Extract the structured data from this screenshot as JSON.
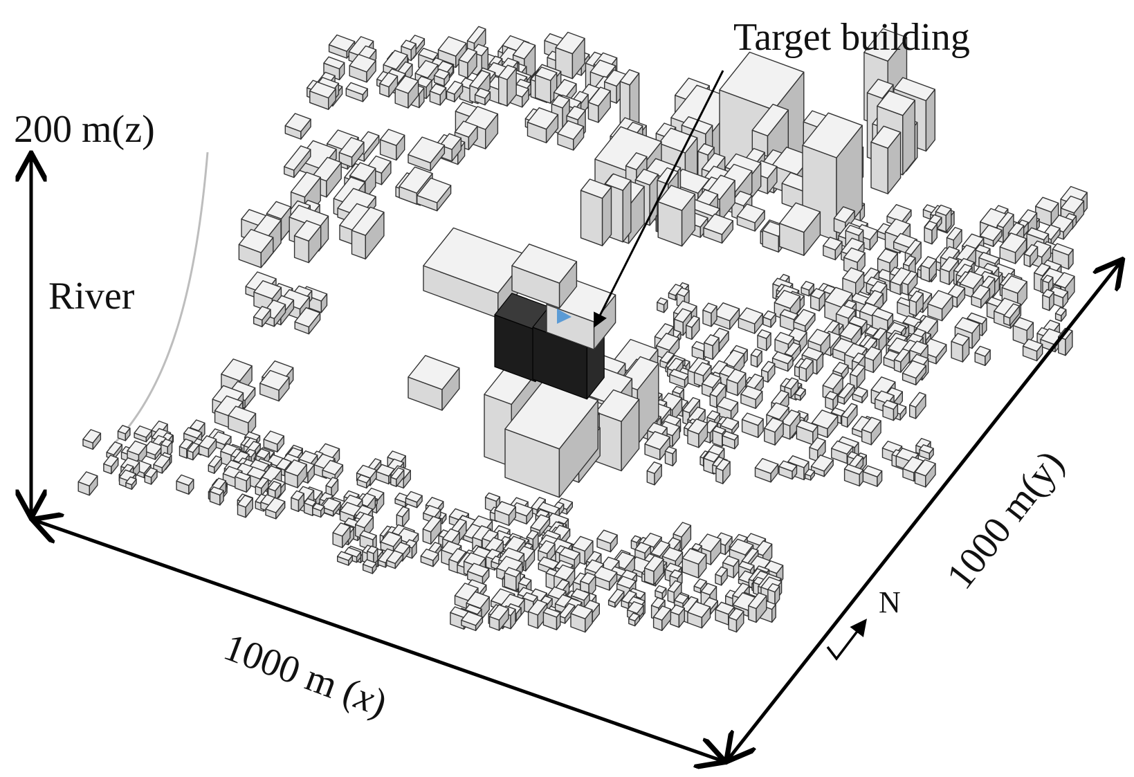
{
  "labels": {
    "target": "Target building",
    "z_axis": "200 m(z)",
    "river": "River",
    "x_axis_num": "1000 m (",
    "x_axis_var": "x",
    "x_axis_close": ")",
    "y_axis": "1000 m(y)",
    "north": "N"
  },
  "colors": {
    "building_top": "#f2f2f2",
    "building_left": "#d9d9d9",
    "building_right": "#bcbcbc",
    "building_edge": "#333333",
    "target_dark": "#1c1c1c",
    "target_marker": "#5b9bd5",
    "axis": "#000000",
    "river_line": "#bdbdbd"
  }
}
